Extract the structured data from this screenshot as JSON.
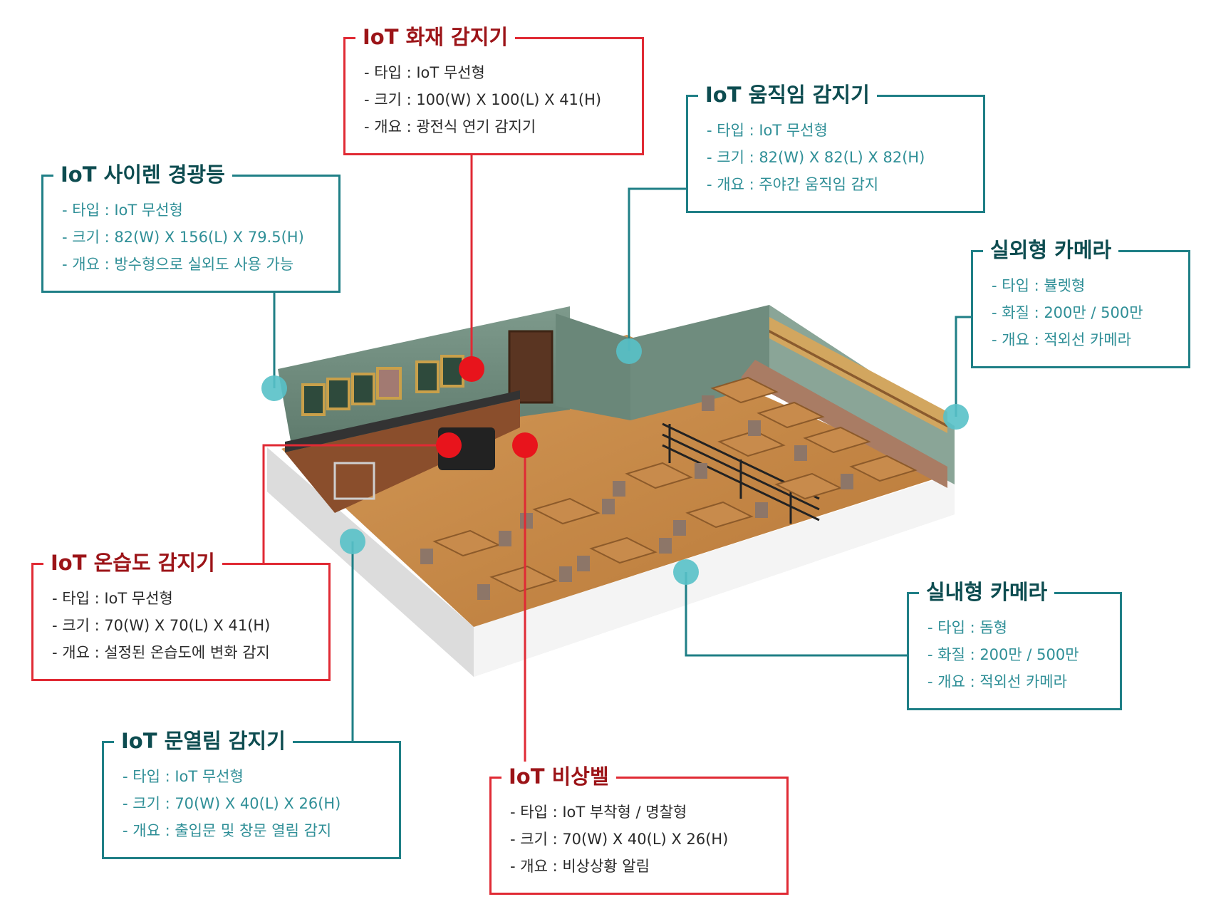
{
  "colors": {
    "fire_safety_red": "#e02a34",
    "fire_safety_title": "#9c1418",
    "security_teal": "#1f7f86",
    "security_title": "#0d4c50",
    "security_text": "#2f8f97",
    "marker_red": "#e8141c",
    "marker_teal": "#58c1c8"
  },
  "devices": {
    "fire_detector": {
      "title": "IoT 화재 감지기",
      "specs": [
        "- 타입 : IoT 무선형",
        "- 크기 : 100(W) X 100(L) X 41(H)",
        "- 개요 : 광전식 연기 감지기"
      ]
    },
    "motion_detector": {
      "title": "IoT 움직임 감지기",
      "specs": [
        "- 타입 : IoT 무선형",
        "- 크기 : 82(W) X 82(L) X 82(H)",
        "- 개요 : 주야간 움직임 감지"
      ]
    },
    "siren_light": {
      "title": "IoT 사이렌 경광등",
      "specs": [
        "- 타입 : IoT 무선형",
        "- 크기 : 82(W) X 156(L) X 79.5(H)",
        "- 개요 : 방수형으로 실외도 사용 가능"
      ]
    },
    "outdoor_camera": {
      "title": "실외형 카메라",
      "specs": [
        "- 타입 : 뷸렛형",
        "- 화질 : 200만 / 500만",
        "- 개요 : 적외선 카메라"
      ]
    },
    "temp_humidity_detector": {
      "title": "IoT 온습도 감지기",
      "specs": [
        "- 타입 : IoT 무선형",
        "- 크기 : 70(W) X 70(L) X 41(H)",
        "- 개요 : 설정된 온습도에 변화 감지"
      ]
    },
    "indoor_camera": {
      "title": "실내형 카메라",
      "specs": [
        "- 타입 : 돔형",
        "- 화질 : 200만 / 500만",
        "- 개요 : 적외선 카메라"
      ]
    },
    "door_sensor": {
      "title": "IoT 문열림 감지기",
      "specs": [
        "- 타입 : IoT 무선형",
        "- 크기 : 70(W) X 40(L) X 26(H)",
        "- 개요 : 출입문 및 창문 열림 감지"
      ]
    },
    "emergency_bell": {
      "title": "IoT 비상벨",
      "specs": [
        "- 타입 : IoT 부착형 / 명찰형",
        "- 크기 : 70(W) X 40(L) X 26(H)",
        "- 개요 : 비상상황 알림"
      ]
    }
  }
}
